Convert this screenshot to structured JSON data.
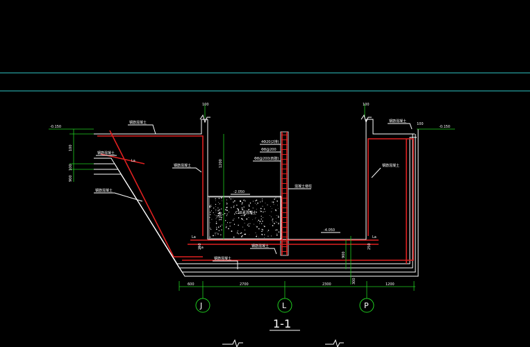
{
  "drawing": {
    "section_title": "1-1",
    "axis_labels": [
      "J",
      "L",
      "P"
    ],
    "dimensions": {
      "bottom": [
        "600",
        "2700",
        "2300",
        "1200"
      ],
      "left_vertical": [
        "100",
        "100",
        "900"
      ],
      "top_marks": [
        "100",
        "100",
        "100"
      ],
      "inner_vertical": [
        "1200",
        "1200",
        "900",
        "300"
      ],
      "wall_thk": [
        "250",
        "250"
      ]
    },
    "elevations": {
      "left_top": "-0.150",
      "right_top": "-0.150",
      "fill_top": "-2.050",
      "floor": "-4.050"
    },
    "annotations": {
      "ann_top_left": "钢筋混凝土",
      "ann_left_1": "钢筋混凝土",
      "ann_left_2": "钢筋混凝土",
      "ann_wall_left": "钢筋混凝土",
      "ann_fill": "C15素混凝土",
      "ann_col_1": "4Φ20(2排)",
      "ann_col_2": "Φ8@200",
      "ann_col_3": "Φ8@200(四肢)",
      "ann_col_side": "混凝土墩柱",
      "ann_base": "钢筋混凝土",
      "ann_bottom": "钢筋混凝土",
      "ann_right_top": "钢筋混凝土",
      "ann_wall_right": "钢筋混凝土",
      "lap_la": "La",
      "lap_la2": "La",
      "lap_la3": "La",
      "lap_la4": "La"
    },
    "colors": {
      "rebar": "#e02020",
      "outline": "#ffffff",
      "dimension": "#20d020",
      "reference": "#30c8c8",
      "background": "#000000"
    }
  }
}
